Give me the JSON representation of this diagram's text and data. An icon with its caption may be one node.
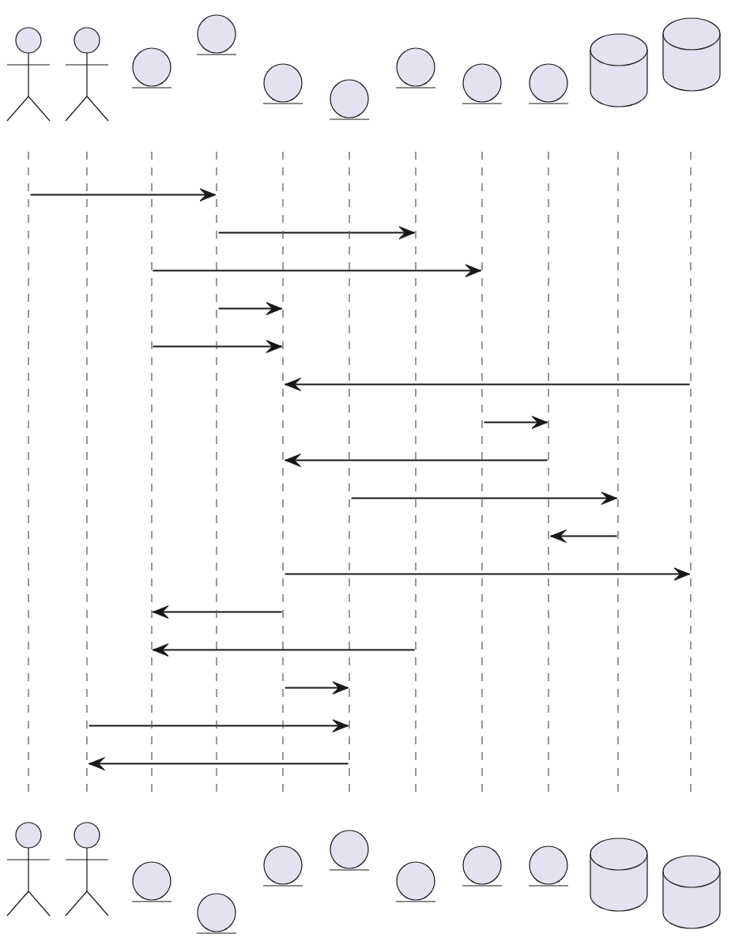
{
  "diagram": {
    "nodes": [
      {
        "text": [],
        "shape": "person"
      },
      {
        "text": [],
        "shape": "person"
      },
      {
        "text": [],
        "shape": "circle"
      },
      {
        "text": [],
        "shape": "circle"
      },
      {
        "text": [],
        "shape": "circle"
      },
      {
        "text": [],
        "shape": "circle"
      },
      {
        "text": [],
        "shape": "circle"
      },
      {
        "text": [],
        "shape": "circle"
      },
      {
        "text": [],
        "shape": "circle"
      },
      {
        "text": [],
        "shape": "cylinder"
      },
      {
        "text": [],
        "shape": "cylinder"
      },
      {
        "text": [],
        "shape": "line"
      },
      {
        "text": [],
        "shape": "line"
      },
      {
        "text": [],
        "shape": "line"
      },
      {
        "text": [],
        "shape": "line"
      },
      {
        "text": [],
        "shape": "line"
      },
      {
        "text": [],
        "shape": "line"
      },
      {
        "text": [],
        "shape": "line"
      },
      {
        "text": [],
        "shape": "line"
      },
      {
        "text": [],
        "shape": "line"
      },
      {
        "text": [],
        "shape": "line"
      },
      {
        "text": [],
        "shape": "line"
      },
      {
        "text": [],
        "shape": "person"
      },
      {
        "text": [],
        "shape": "person"
      },
      {
        "text": [],
        "shape": "circle"
      },
      {
        "text": [],
        "shape": "circle"
      },
      {
        "text": [],
        "shape": "circle"
      },
      {
        "text": [],
        "shape": "circle"
      },
      {
        "text": [],
        "shape": "circle"
      },
      {
        "text": [],
        "shape": "circle"
      },
      {
        "text": [],
        "shape": "circle"
      },
      {
        "text": [],
        "shape": "cylinder"
      },
      {
        "text": [],
        "shape": "cylinder"
      }
    ],
    "edges": [
      {
        "from": 11,
        "to": 14,
        "arrow": "to"
      },
      {
        "from": 14,
        "to": 17,
        "arrow": "to"
      },
      {
        "from": 13,
        "to": 18,
        "arrow": "to"
      },
      {
        "from": 14,
        "to": 15,
        "arrow": "to"
      },
      {
        "from": 13,
        "to": 15,
        "arrow": "to"
      },
      {
        "from": 21,
        "to": 15,
        "arrow": "to"
      },
      {
        "from": 18,
        "to": 19,
        "arrow": "to"
      },
      {
        "from": 19,
        "to": 15,
        "arrow": "to"
      },
      {
        "from": 16,
        "to": 20,
        "arrow": "to"
      },
      {
        "from": 20,
        "to": 19,
        "arrow": "to"
      },
      {
        "from": 15,
        "to": 21,
        "arrow": "to"
      },
      {
        "from": 15,
        "to": 13,
        "arrow": "to"
      },
      {
        "from": 17,
        "to": 13,
        "arrow": "to"
      },
      {
        "from": 15,
        "to": 16,
        "arrow": "to"
      },
      {
        "from": 12,
        "to": 16,
        "arrow": "to"
      },
      {
        "from": 16,
        "to": 12,
        "arrow": "to"
      }
    ]
  }
}
